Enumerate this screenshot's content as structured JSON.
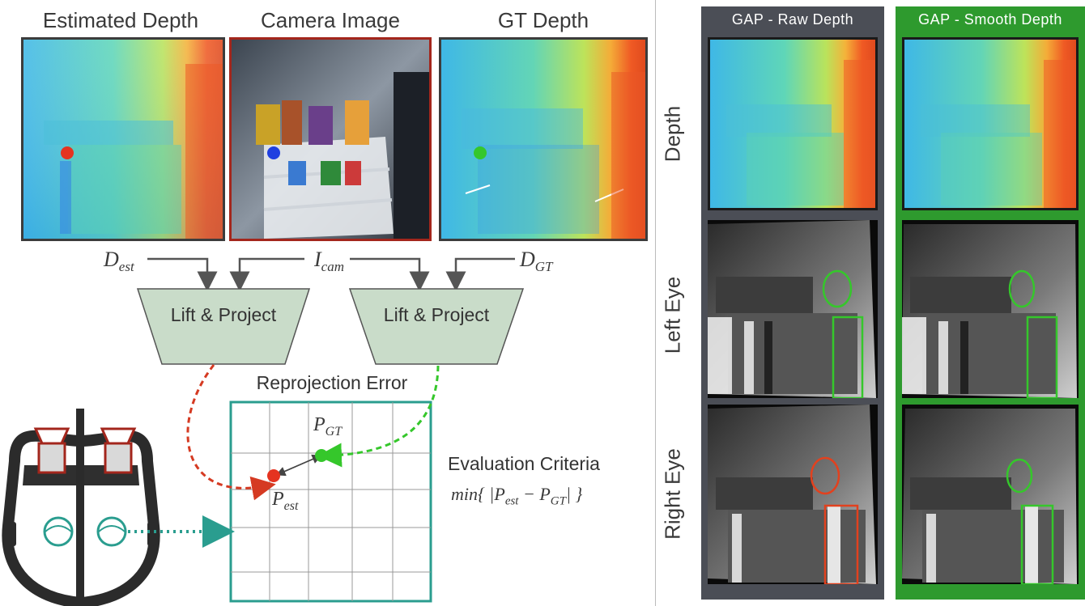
{
  "left": {
    "titles": {
      "estimated": "Estimated Depth",
      "camera": "Camera Image",
      "gt": "GT Depth"
    },
    "math": {
      "d_est_base": "D",
      "d_est_sub": "est",
      "i_cam_base": "I",
      "i_cam_sub": "cam",
      "d_gt_base": "D",
      "d_gt_sub": "GT",
      "p_gt_base": "P",
      "p_gt_sub": "GT",
      "p_est_base": "P",
      "p_est_sub": "est"
    },
    "lift_left": "Lift & Project",
    "lift_right": "Lift & Project",
    "reproj_title": "Reprojection Error",
    "eval_title": "Evaluation Criteria",
    "eval_formula": {
      "prefix": "min{ |",
      "p1": "P",
      "p1_sub": "est",
      "minus": " − ",
      "p2": "P",
      "p2_sub": "GT",
      "suffix": "| }"
    }
  },
  "right": {
    "col_raw": "GAP - Raw Depth",
    "col_smooth": "GAP - Smooth Depth",
    "row_depth": "Depth",
    "row_left": "Left Eye",
    "row_right": "Right Eye"
  },
  "colors": {
    "raw_frame": "#4b4e56",
    "smooth_frame": "#2e9a2e",
    "camera_frame": "#a3261c",
    "teal": "#2a9d8f",
    "box_fill": "#c9dcc9",
    "red_dot": "#e53320",
    "blue_dot": "#1f3fe0",
    "green_dot": "#35c72b"
  }
}
